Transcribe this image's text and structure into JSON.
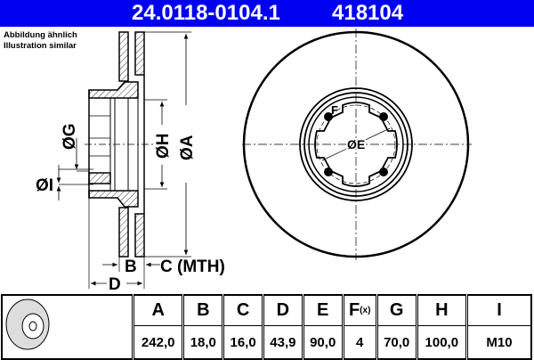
{
  "header": {
    "part_number": "24.0118-0104.1",
    "ref_number": "418104",
    "color": "#0000f0"
  },
  "note": {
    "line1": "Abbildung ähnlich",
    "line2": "Illustration similar"
  },
  "labels": {
    "A": "ØA",
    "H": "ØH",
    "G": "ØG",
    "I": "ØI",
    "E": "ØE",
    "F": "F",
    "B": "B",
    "C": "C (MTH)",
    "D": "D"
  },
  "table": {
    "headers": [
      "A",
      "B",
      "C",
      "D",
      "E",
      "F",
      "G",
      "H",
      "I"
    ],
    "f_suffix": "(x)",
    "values": [
      "242,0",
      "18,0",
      "16,0",
      "43,9",
      "90,0",
      "4",
      "70,0",
      "100,0",
      "M10"
    ]
  }
}
